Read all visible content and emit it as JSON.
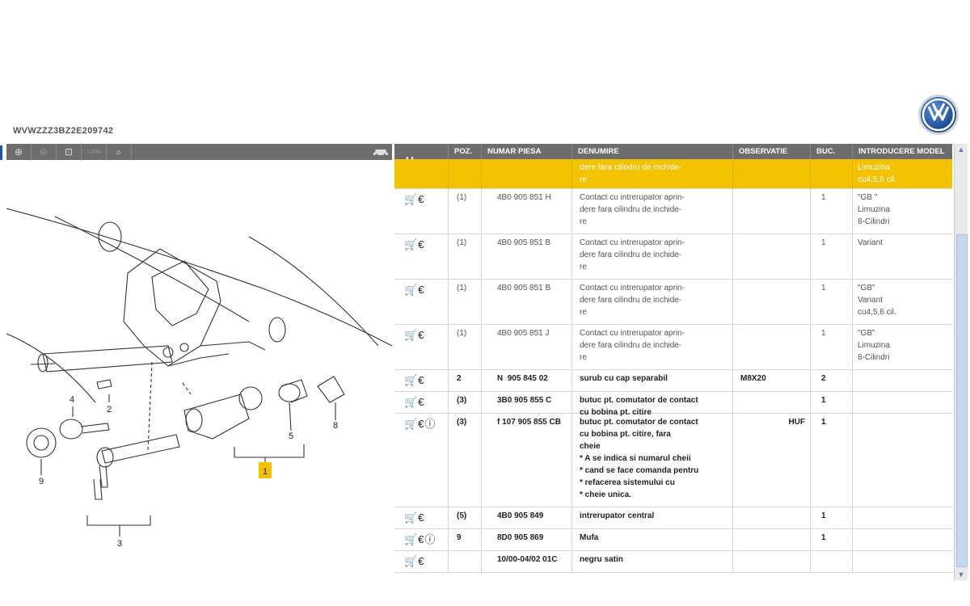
{
  "vin": "WVWZZZ3BZ2E209742",
  "brand": {
    "logo_text": "VW"
  },
  "toolbar": {
    "buttons": [
      {
        "icon": "zoom-in-icon"
      },
      {
        "icon": "zoom-out-icon"
      },
      {
        "icon": "zoom-fit-icon"
      },
      {
        "icon": "zoom-100-icon",
        "label": "100%"
      },
      {
        "icon": "search-icon"
      }
    ],
    "car_icon": "car-icon"
  },
  "diagram": {
    "callouts": [
      "4",
      "2",
      "5",
      "8",
      "9",
      "1",
      "3"
    ],
    "highlighted_callout": "1"
  },
  "table": {
    "headers": [
      "POZ.",
      "NUMAR PIESA",
      "DENUMIRE",
      "OBSERVATIE",
      "BUC.",
      "INTRODUCERE MODEL"
    ],
    "rows": [
      {
        "icons": "",
        "poz": "",
        "numar": "",
        "denumire": "dere fara cilindru de inchide-\nre",
        "obs": "",
        "buc": "",
        "intro": "Limuzina\ncu4,5,6 cil.",
        "highlight": true
      },
      {
        "icons": "🛒€",
        "poz": "(1)",
        "numar": "4B0 905 851 H",
        "denumire": "Contact cu intrerupator aprin-\ndere fara cilindru de inchide-\nre",
        "obs": "",
        "buc": "1",
        "intro": "\"GB \"\nLimuzina\n8-Cilindri"
      },
      {
        "icons": "🛒€",
        "poz": "(1)",
        "numar": "4B0 905 851 B",
        "denumire": "Contact cu intrerupator aprin-\ndere fara cilindru de inchide-\nre",
        "obs": "",
        "buc": "1",
        "intro": "Variant"
      },
      {
        "icons": "🛒€",
        "poz": "(1)",
        "numar": "4B0 905 851 B",
        "denumire": "Contact cu intrerupator aprin-\ndere fara cilindru de inchide-\nre",
        "obs": "",
        "buc": "1",
        "intro": "\"GB\"\nVariant\ncu4,5,6 cil."
      },
      {
        "icons": "🛒€",
        "poz": "(1)",
        "numar": "4B0 905 851 J",
        "denumire": "Contact cu intrerupator aprin-\ndere fara cilindru de inchide-\nre",
        "obs": "",
        "buc": "1",
        "intro": "\"GB\"\nLimuzina\n8-Cilindri"
      },
      {
        "icons": "🛒€",
        "poz": "2",
        "numar": "N  905 845 02",
        "denumire": "surub cu cap separabil",
        "obs": "M8X20",
        "buc": "2",
        "intro": "",
        "bold": true
      },
      {
        "icons": "🛒€",
        "poz": "(3)",
        "numar": "3B0 905 855 C",
        "denumire": "butuc pt. comutator de contact\ncu bobina pt. citire",
        "obs": "",
        "buc": "1",
        "intro": "",
        "bold": true
      },
      {
        "icons": "🛒€ⓘ",
        "poz": "(3)",
        "numar": "f 107 905 855 CB",
        "denumire": "butuc pt. comutator de contact\ncu bobina pt. citire, fara\ncheie\n* A se indica si numarul cheii\n* cand se face comanda pentru\n* refacerea sistemului cu\n* cheie unica.",
        "obs": "HUF",
        "buc": "1",
        "intro": "",
        "bold": true
      },
      {
        "icons": "🛒€",
        "poz": "(5)",
        "numar": "4B0 905 849",
        "denumire": "intrerupator central",
        "obs": "",
        "buc": "1",
        "intro": "",
        "bold": true
      },
      {
        "icons": "🛒€ⓘ",
        "poz": "9",
        "numar": "8D0 905 869",
        "denumire": "Mufa",
        "obs": "",
        "buc": "1",
        "intro": "",
        "bold": true
      },
      {
        "icons": "🛒€",
        "poz": "",
        "numar": "10/00-04/02 01C",
        "denumire": "negru satin",
        "obs": "",
        "buc": "",
        "intro": "",
        "bold": true
      }
    ]
  }
}
